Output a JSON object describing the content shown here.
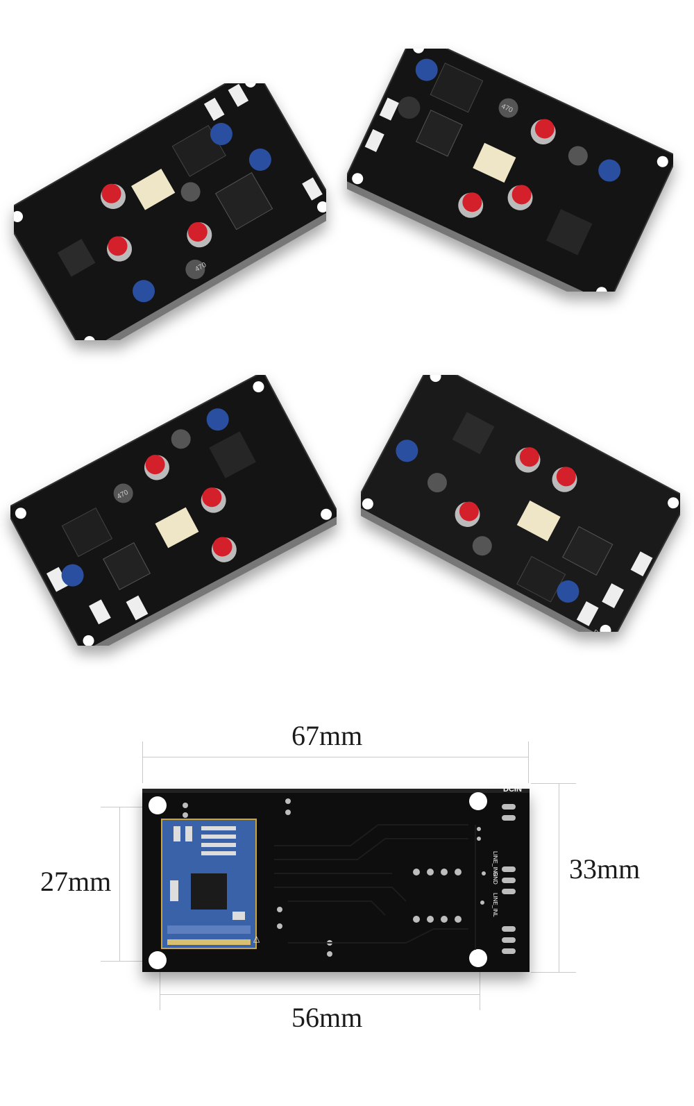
{
  "dimensions": {
    "top_width": "67mm",
    "left_height": "27mm",
    "right_height": "33mm",
    "bottom_width": "56mm"
  },
  "silkscreen": {
    "dcin": "DCIN",
    "line_inr": "LINE_INR",
    "gnd": "GND",
    "line_inl": "LINE_INL",
    "cap_value": "470"
  },
  "colors": {
    "pcb": "#111111",
    "pad": "#bdbdbd",
    "module": "#3a62a8",
    "cap_blue": "#2a4fa0",
    "cap_silver": "#b8b8b8",
    "cap_red": "#d4202a",
    "connector": "#eeeeee"
  }
}
